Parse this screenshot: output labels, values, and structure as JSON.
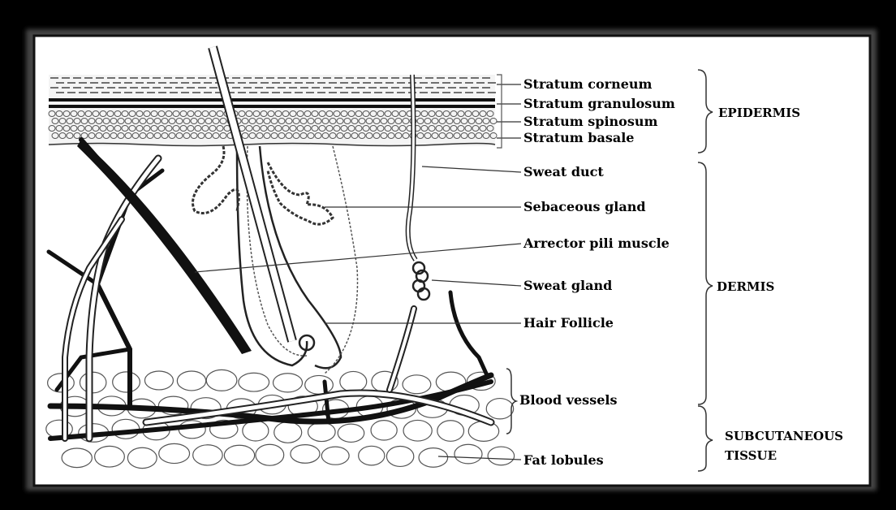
{
  "labels": {
    "stratum_corneum": "Stratum corneum",
    "stratum_granulosum": "Stratum granulosum",
    "stratum_spinosum": "Stratum spinosum",
    "stratum_basale": "Stratum basale",
    "sweat_duct": "Sweat duct",
    "sebaceous_gland": "Sebaceous gland",
    "arrector_pili_muscle": "Arrector pili muscle",
    "sweat_gland": "Sweat gland",
    "hair_follicle": "Hair Follicle",
    "blood_vessels": "Blood vessels",
    "fat_lobules": "Fat lobules"
  },
  "sections": {
    "epidermis": "EPIDERMIS",
    "dermis": "DERMIS",
    "subcutaneous_line1": "SUBCUTANEOUS",
    "subcutaneous_line2": "TISSUE"
  }
}
